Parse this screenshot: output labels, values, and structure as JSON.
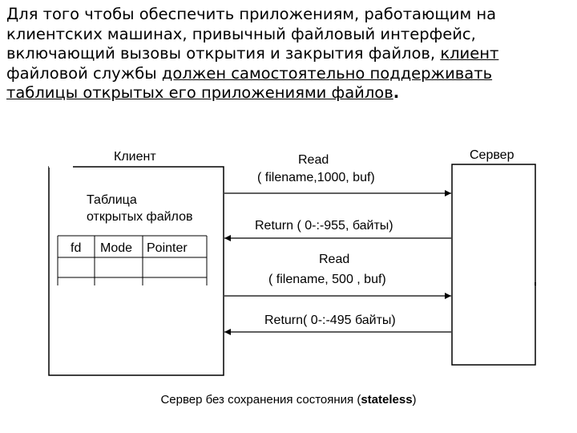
{
  "paragraph": {
    "part1": "Для того чтобы обеспечить приложениям, работающим на клиентских машинах, привычный файловый интерфейс, включающий вызовы открытия и закрытия файлов, ",
    "part2": "клиент",
    "part3": " файловой службы ",
    "part4": "должен самостоятельно поддерживать таблицы открытых его приложениями файлов",
    "part5": "."
  },
  "diagram": {
    "client_label": "Клиент",
    "server_label": "Сервер",
    "table_title_line1": "Таблица",
    "table_title_line2": "открытых файлов",
    "table_headers": [
      "fd",
      "Mode",
      "Pointer"
    ],
    "messages": [
      {
        "line1": "Read",
        "line2": "( filename,1000, buf)",
        "direction": "to-server"
      },
      {
        "line1": "Return ( 0-:-955, байты)",
        "direction": "to-client"
      },
      {
        "line1": "Read",
        "line2": "( filename, 500 , buf)",
        "direction": "to-server"
      },
      {
        "line1": "Return( 0-:-495 байты)",
        "direction": "to-client"
      }
    ]
  },
  "caption": {
    "main": "Сервер без сохранения состояния (",
    "bold": "stateless",
    "end": ")"
  }
}
